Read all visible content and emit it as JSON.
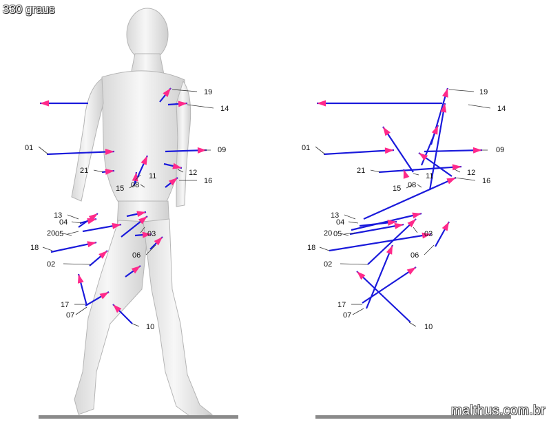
{
  "angle_label": "330 graus",
  "watermark": "malthus.com.br",
  "colors": {
    "vector": "#1a1adb",
    "arrowhead": "#ff2a8a",
    "leader": "#333333",
    "figure": "#ececec",
    "figure_edge": "#bdbdbd",
    "base": "#8a8a8a"
  },
  "point_labels": [
    "01",
    "02",
    "03",
    "04",
    "05",
    "06",
    "07",
    "09",
    "10",
    "11",
    "12",
    "13",
    "14",
    "15",
    "16",
    "17",
    "18",
    "19",
    "20",
    "21",
    "08"
  ]
}
